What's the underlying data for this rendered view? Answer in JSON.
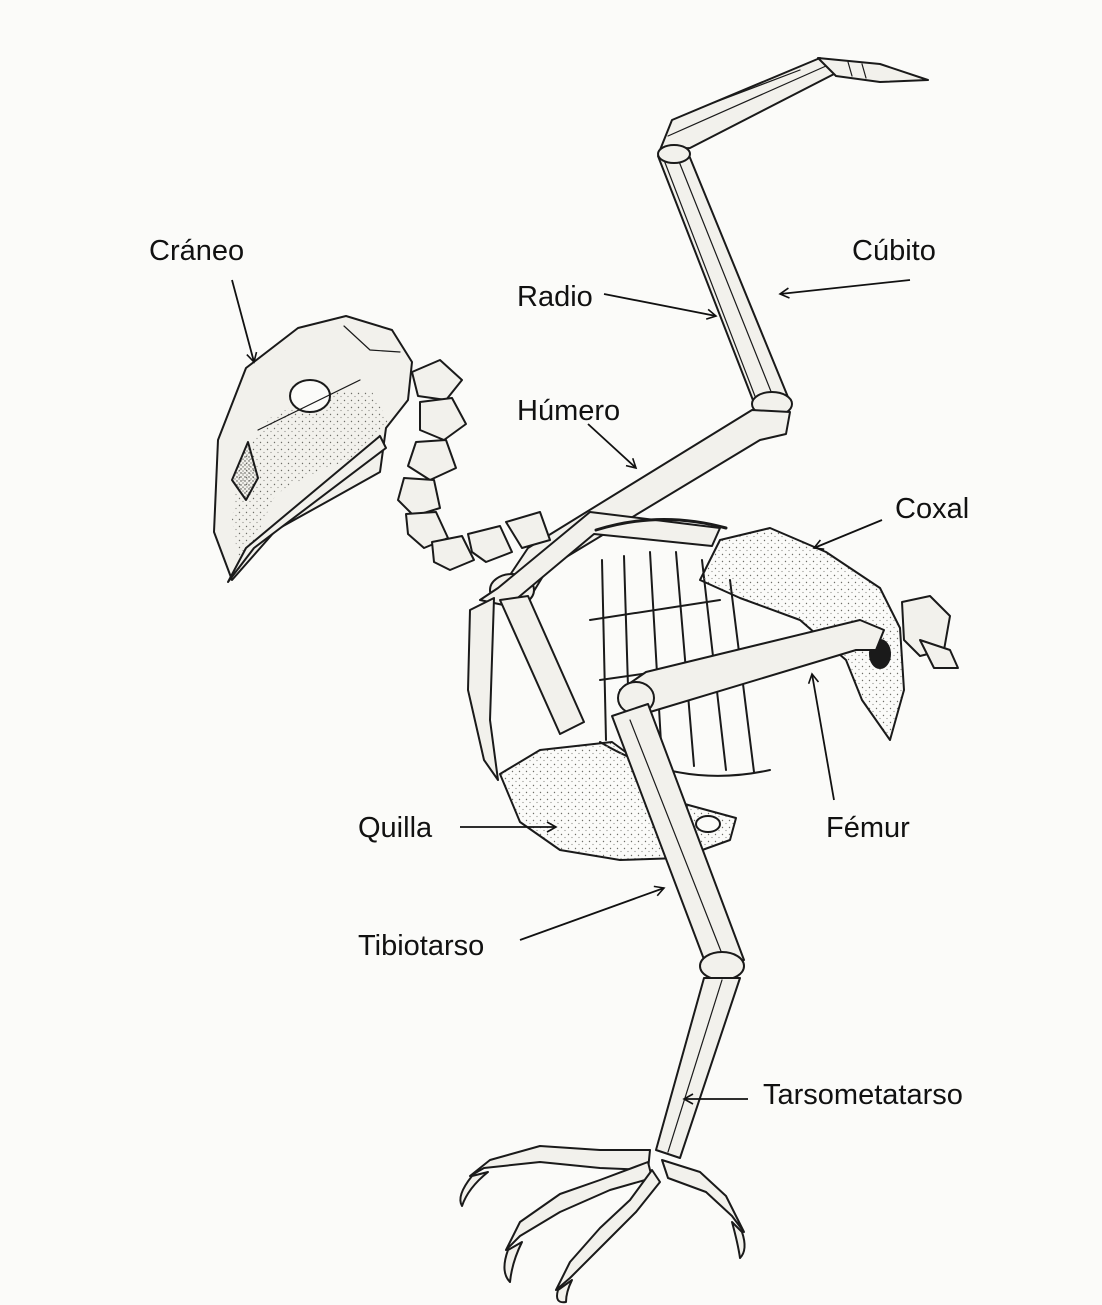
{
  "labels": {
    "craneo": "Cráneo",
    "radio": "Radio",
    "cubito": "Cúbito",
    "humero": "Húmero",
    "coxal": "Coxal",
    "quilla": "Quilla",
    "femur": "Fémur",
    "tibiotarso": "Tibiotarso",
    "tarsometatarso": "Tarsometatarso"
  },
  "colors": {
    "paper": "#fbfbf9",
    "bone_fill": "#f2f1ec",
    "ink": "#1a1a1a",
    "shade": "#8a8a84"
  }
}
